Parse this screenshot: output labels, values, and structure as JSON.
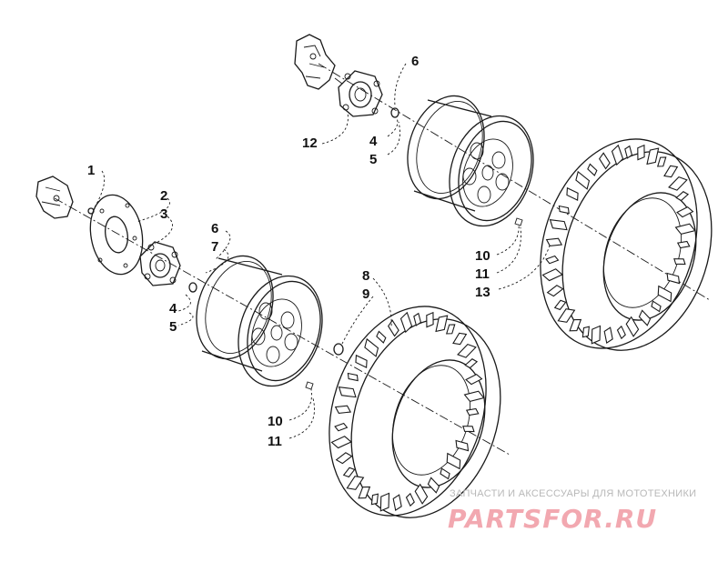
{
  "callouts": {
    "c1": "1",
    "c2": "2",
    "c3": "3",
    "c4a": "4",
    "c4b": "4",
    "c5a": "5",
    "c5b": "5",
    "c6a": "6",
    "c6b": "6",
    "c7": "7",
    "c8": "8",
    "c9": "9",
    "c10a": "10",
    "c10b": "10",
    "c11a": "11",
    "c11b": "11",
    "c12": "12",
    "c13": "13"
  },
  "watermark": {
    "tagline": "ЗАПЧАСТИ И АКСЕССУАРЫ ДЛЯ МОТОТЕХНИКИ",
    "logo": "PARTSFOR.RU",
    "color": "#f2a8b0"
  }
}
